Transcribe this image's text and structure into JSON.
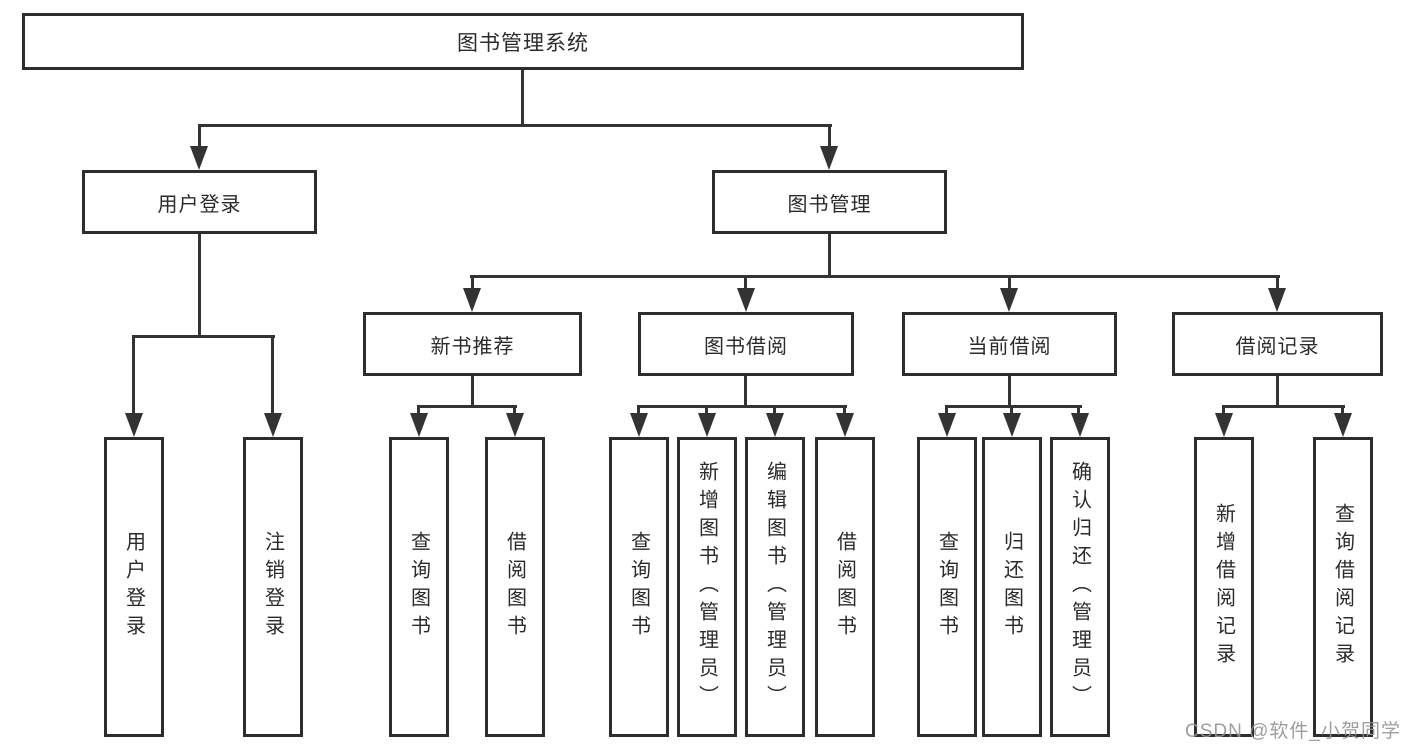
{
  "root": {
    "label": "图书管理系统"
  },
  "level2": [
    {
      "label": "用户登录"
    },
    {
      "label": "图书管理"
    }
  ],
  "level3": [
    {
      "label": "新书推荐"
    },
    {
      "label": "图书借阅"
    },
    {
      "label": "当前借阅"
    },
    {
      "label": "借阅记录"
    }
  ],
  "leaves": {
    "login": [
      "用户登录",
      "注销登录"
    ],
    "recommend": [
      "查询图书",
      "借阅图书"
    ],
    "borrow": [
      "查询图书",
      "新增图书（管理员）",
      "编辑图书（管理员）",
      "借阅图书"
    ],
    "current": [
      "查询图书",
      "归还图书",
      "确认归还（管理员）"
    ],
    "records": [
      "新增借阅记录",
      "查询借阅记录"
    ]
  },
  "watermark": "CSDN @软件_小贺同学",
  "colors": {
    "line": "#333333",
    "box_border": "#2d2d2d",
    "box_background": "#ffffff",
    "text": "#2b2b2b",
    "watermark": "#949494"
  }
}
